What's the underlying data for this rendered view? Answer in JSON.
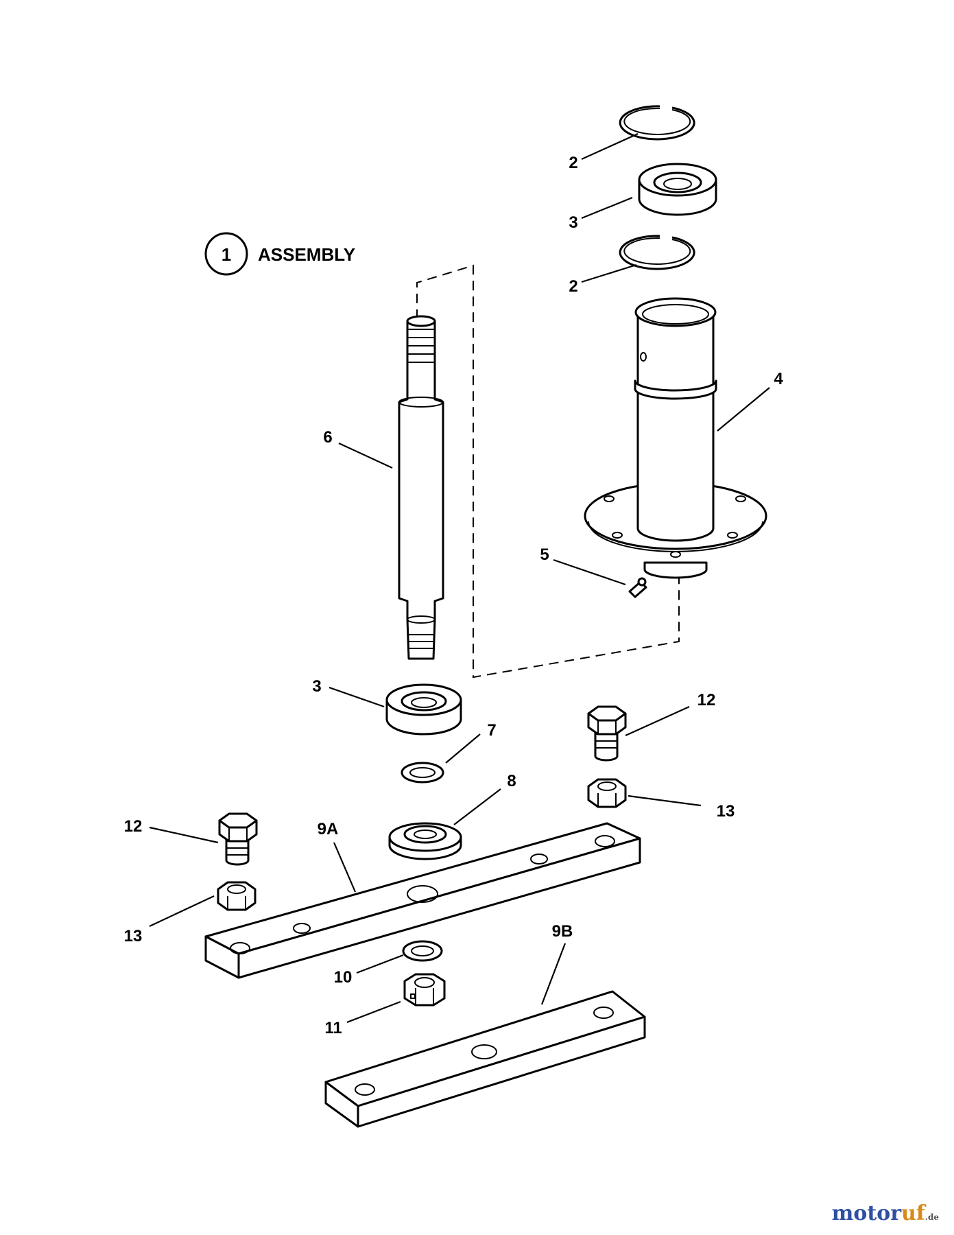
{
  "diagram": {
    "assembly": {
      "number": "1",
      "text": "ASSEMBLY"
    },
    "callouts": [
      {
        "id": "snap-ring-top",
        "text": "2"
      },
      {
        "id": "bearing-top",
        "text": "3"
      },
      {
        "id": "snap-ring-mid",
        "text": "2"
      },
      {
        "id": "spindle-housing",
        "text": "4"
      },
      {
        "id": "grease-fitting",
        "text": "5"
      },
      {
        "id": "spindle-shaft",
        "text": "6"
      },
      {
        "id": "bearing-bottom",
        "text": "3"
      },
      {
        "id": "washer",
        "text": "7"
      },
      {
        "id": "bearing-shield",
        "text": "8"
      },
      {
        "id": "blade-adapter-a",
        "text": "9A"
      },
      {
        "id": "blade-adapter-b",
        "text": "9B"
      },
      {
        "id": "lock-washer",
        "text": "10"
      },
      {
        "id": "hex-nut-center",
        "text": "11"
      },
      {
        "id": "bolt-right",
        "text": "12"
      },
      {
        "id": "nut-right",
        "text": "13"
      },
      {
        "id": "bolt-left",
        "text": "12"
      },
      {
        "id": "nut-left",
        "text": "13"
      }
    ]
  },
  "watermark": {
    "main": "motor",
    "accent": "uf",
    "suffix": ".de"
  }
}
